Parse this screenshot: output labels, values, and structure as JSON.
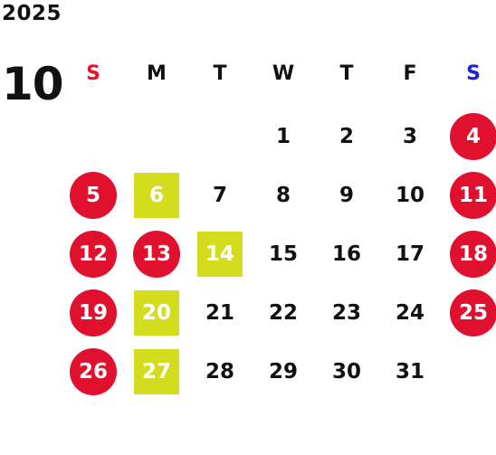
{
  "year": "2025",
  "month": "10",
  "colors": {
    "sunday": "#e8102a",
    "saturday": "#1a22d6",
    "holiday_circle": "#e0102e",
    "highlight_square": "#d4dc1e",
    "text": "#111111"
  },
  "weekdays": [
    {
      "label": "S",
      "kind": "sunday"
    },
    {
      "label": "M",
      "kind": "weekday"
    },
    {
      "label": "T",
      "kind": "weekday"
    },
    {
      "label": "W",
      "kind": "weekday"
    },
    {
      "label": "T",
      "kind": "weekday"
    },
    {
      "label": "F",
      "kind": "weekday"
    },
    {
      "label": "S",
      "kind": "saturday"
    }
  ],
  "weeks": [
    [
      null,
      null,
      null,
      {
        "day": "1"
      },
      {
        "day": "2"
      },
      {
        "day": "3"
      },
      {
        "day": "4",
        "style": "circle"
      }
    ],
    [
      {
        "day": "5",
        "style": "circle"
      },
      {
        "day": "6",
        "style": "square"
      },
      {
        "day": "7"
      },
      {
        "day": "8"
      },
      {
        "day": "9"
      },
      {
        "day": "10"
      },
      {
        "day": "11",
        "style": "circle"
      }
    ],
    [
      {
        "day": "12",
        "style": "circle"
      },
      {
        "day": "13",
        "style": "circle"
      },
      {
        "day": "14",
        "style": "square"
      },
      {
        "day": "15"
      },
      {
        "day": "16"
      },
      {
        "day": "17"
      },
      {
        "day": "18",
        "style": "circle"
      }
    ],
    [
      {
        "day": "19",
        "style": "circle"
      },
      {
        "day": "20",
        "style": "square"
      },
      {
        "day": "21"
      },
      {
        "day": "22"
      },
      {
        "day": "23"
      },
      {
        "day": "24"
      },
      {
        "day": "25",
        "style": "circle"
      }
    ],
    [
      {
        "day": "26",
        "style": "circle"
      },
      {
        "day": "27",
        "style": "square"
      },
      {
        "day": "28"
      },
      {
        "day": "29"
      },
      {
        "day": "30"
      },
      {
        "day": "31"
      },
      null
    ]
  ]
}
